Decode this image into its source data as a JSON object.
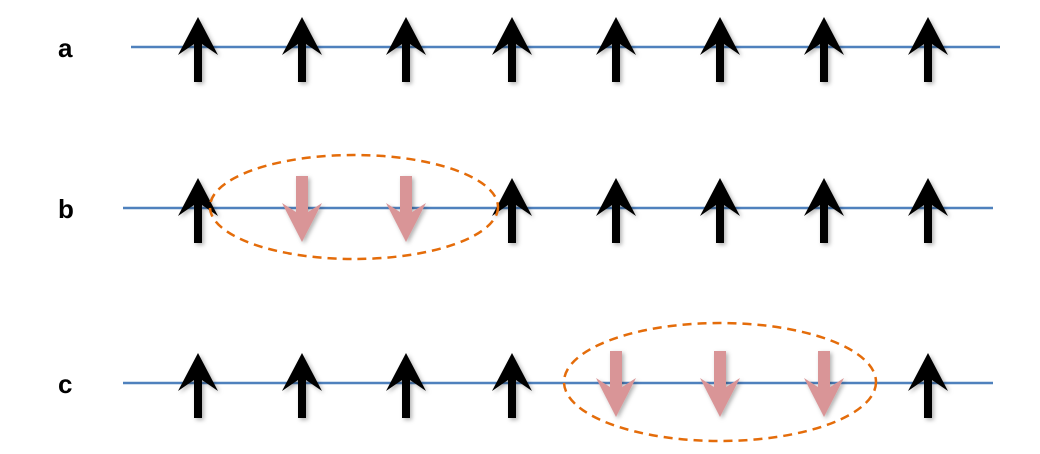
{
  "colors": {
    "line": "#4f81bd",
    "up_arrow": "#000000",
    "down_arrow": "#d99597",
    "ellipse": "#e46c0a"
  },
  "rows": [
    {
      "label": "a",
      "spins": [
        "up",
        "up",
        "up",
        "up",
        "up",
        "up",
        "up",
        "up"
      ],
      "group": null
    },
    {
      "label": "b",
      "spins": [
        "up",
        "down",
        "down",
        "up",
        "up",
        "up",
        "up",
        "up"
      ],
      "group": [
        1,
        2
      ]
    },
    {
      "label": "c",
      "spins": [
        "up",
        "up",
        "up",
        "up",
        "down",
        "down",
        "down",
        "up"
      ],
      "group": [
        4,
        6
      ]
    }
  ]
}
